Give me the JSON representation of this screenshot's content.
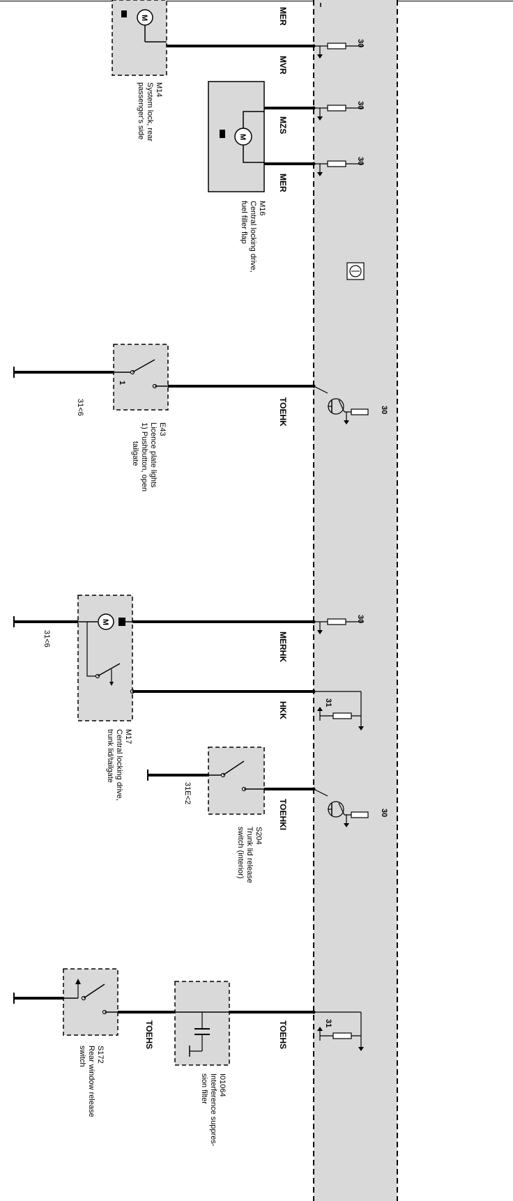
{
  "colors": {
    "module_fill": "#d9d9d9",
    "component_fill": "#d9d9d9",
    "wire": "#000000"
  },
  "top_labels": {
    "mer_top": "MER"
  },
  "wires": {
    "mvr": "MVR",
    "mzs": "MZS",
    "mer": "MER",
    "toehk": "TOEHK",
    "merhk": "MERHK",
    "hkk": "HKK",
    "toehki": "TOEHKI",
    "toehs_right": "TOEHS",
    "toehs_left": "TOEHS"
  },
  "terminals": {
    "t30_a": "30",
    "t30_b": "30",
    "t30_c": "30",
    "t30_d": "30",
    "t30_e": "30",
    "t30_f": "30",
    "t31_a": "31",
    "t31_b": "31"
  },
  "grounds": {
    "g_e43": "31<6",
    "g_m17": "31<6",
    "g_s204": "31E<2"
  },
  "components": {
    "m14": {
      "id": "M14",
      "lines": [
        "System lock, rear",
        "passenger's side"
      ]
    },
    "m16": {
      "id": "M16",
      "lines": [
        "Central locking drive,",
        "fuel filler flap"
      ]
    },
    "e43": {
      "id": "E43",
      "lines": [
        "Licence plate lights",
        "1) Pushbutton, open",
        "tailgate"
      ]
    },
    "m17": {
      "id": "M17",
      "lines": [
        "Central locking drive,",
        "trunk lid/tailgate"
      ]
    },
    "s204": {
      "id": "S204",
      "lines": [
        "Trunk lid release",
        "switch (interior)"
      ]
    },
    "i01064": {
      "id": "I01064",
      "lines": [
        "Interference suppres-",
        "sion filter"
      ]
    },
    "s172": {
      "id": "S172",
      "lines": [
        "Rear window release",
        "switch"
      ]
    }
  },
  "symbols": {
    "motor": "M",
    "pushbutton_marker": "1"
  }
}
